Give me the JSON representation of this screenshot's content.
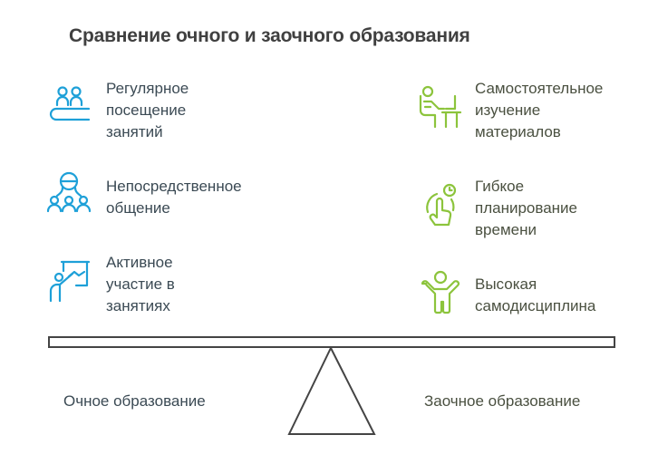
{
  "title": "Сравнение очного и заочного образования",
  "colors": {
    "left_icon": "#1ea0d8",
    "right_icon": "#8cc43c",
    "left_text": "#3b4a54",
    "right_text": "#4a5040",
    "title": "#404040",
    "scale_stroke": "#444444"
  },
  "left": {
    "label": "Очное образование",
    "items": [
      {
        "icon": "people-at-table-icon",
        "label": "Регулярное\nпосещение\nзанятий"
      },
      {
        "icon": "group-communication-icon",
        "label": "Непосредственное\nобщение"
      },
      {
        "icon": "presenter-board-icon",
        "label": "Активное\nучастие в\nзанятиях"
      }
    ]
  },
  "right": {
    "label": "Заочное образование",
    "items": [
      {
        "icon": "person-at-desk-icon",
        "label": "Самостоятельное\nизучение\nматериалов"
      },
      {
        "icon": "hand-clock-icon",
        "label": "Гибкое\nпланирование\nвремени"
      },
      {
        "icon": "child-arms-up-icon",
        "label": "Высокая\nсамодисциплина"
      }
    ]
  }
}
